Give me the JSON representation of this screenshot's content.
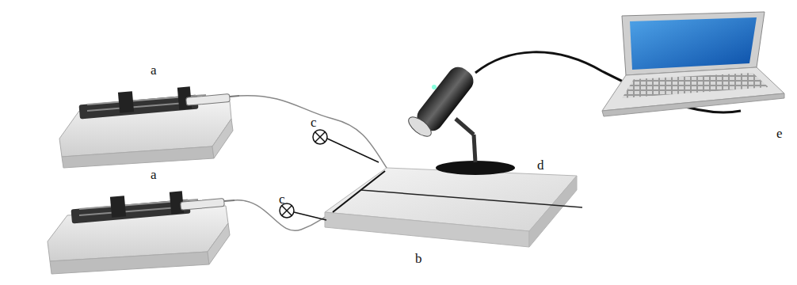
{
  "diagram": {
    "labels": [
      "a",
      "a",
      "c",
      "c",
      "d",
      "b",
      "e"
    ]
  }
}
